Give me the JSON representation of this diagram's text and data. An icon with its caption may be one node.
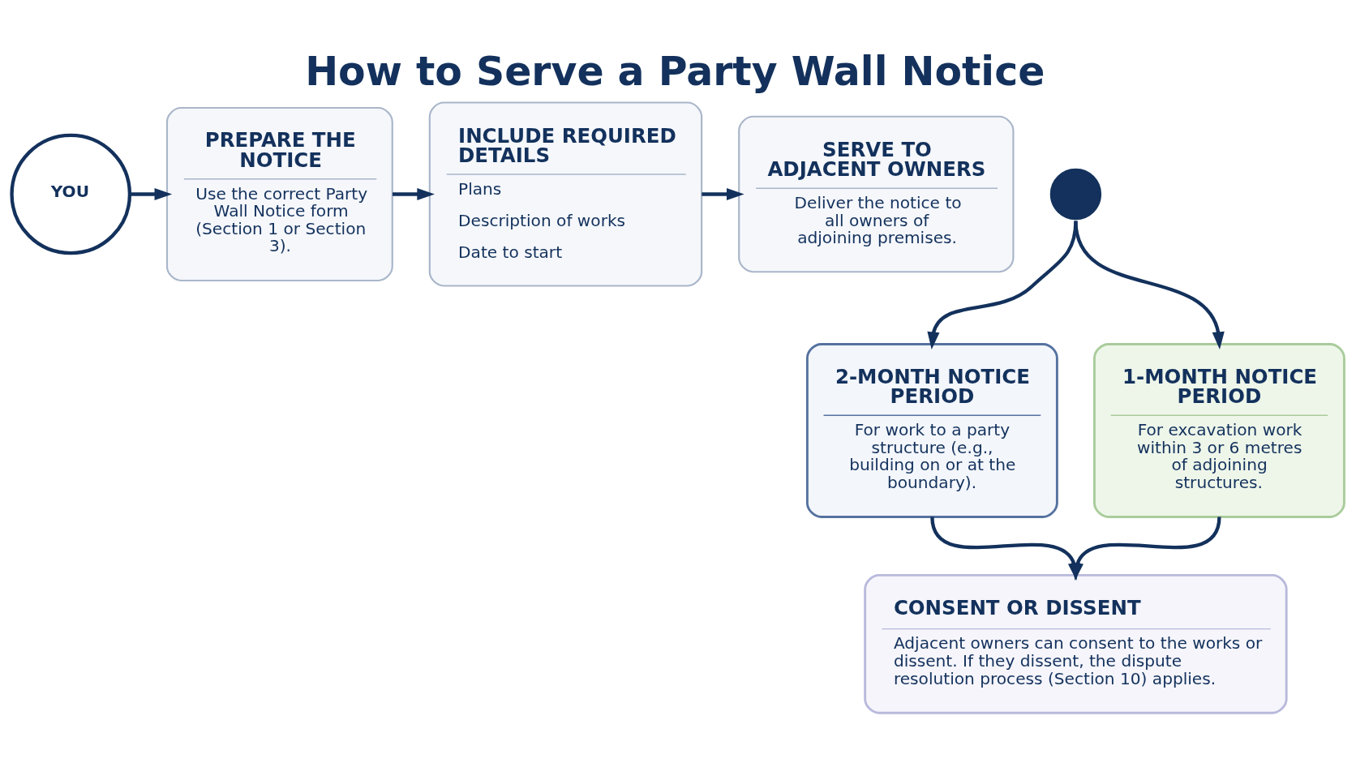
{
  "diagram": {
    "title": "How to Serve a Party Wall Notice",
    "nodes": [
      {
        "text": [
          "YOU"
        ]
      },
      {
        "text": [
          "PREPARE THE NOTICE",
          "Use the correct Party Wall Notice form (Section 1 or Section 3)."
        ]
      },
      {
        "text": [
          "INCLUDE REQUIRED DETAILS",
          "Plans",
          "Description of works",
          "Date to start"
        ]
      },
      {
        "text": [
          "SERVE TO ADJACENT OWNERS",
          "Deliver the notice to all owners of adjoining premises."
        ]
      },
      {
        "text": [],
        "shape": "circle"
      },
      {
        "text": [
          "2-MONTH NOTICE PERIOD",
          "For work to a party structure (e.g., building on or at the boundary)."
        ]
      },
      {
        "text": [
          "1-MONTH NOTICE PERIOD",
          "For excavation work within 3 or 6 metres of adjoining structures."
        ]
      },
      {
        "text": [
          "CONSENT OR DISSENT",
          "Adjacent owners can consent to the works or dissent. If they dissent, the dispute resolution process (Section 10) applies."
        ]
      }
    ],
    "edges": [
      {
        "from": 0,
        "to": 1,
        "arrow": "to"
      },
      {
        "from": 1,
        "to": 2,
        "arrow": "to"
      },
      {
        "from": 2,
        "to": 3,
        "arrow": "to"
      },
      {
        "from": 4,
        "to": 5,
        "arrow": "to"
      },
      {
        "from": 4,
        "to": 6,
        "arrow": "to"
      },
      {
        "from": 5,
        "to": 7,
        "arrow": "to"
      },
      {
        "from": 6,
        "to": 7,
        "arrow": "to"
      }
    ]
  }
}
